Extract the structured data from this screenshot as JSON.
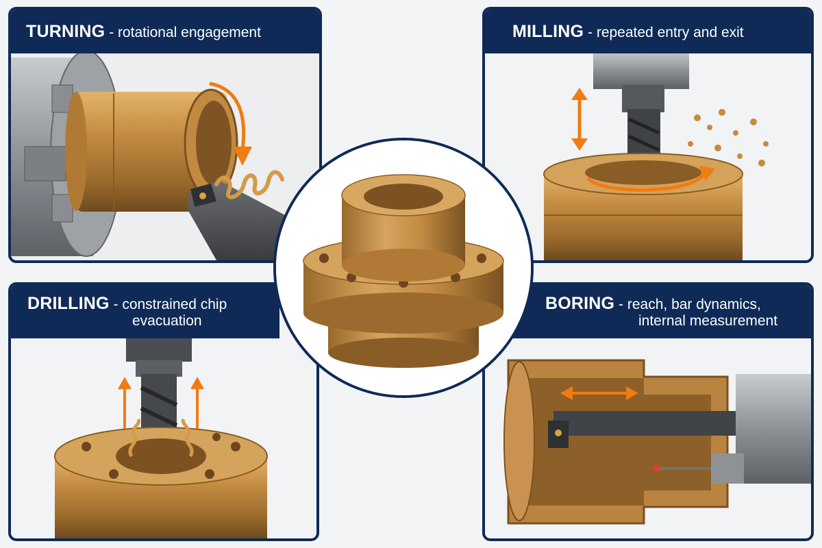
{
  "panels": {
    "turning": {
      "title_main": "TURNING",
      "title_sub": " - rotational engagement"
    },
    "milling": {
      "title_main": "MILLING",
      "title_sub": " - repeated entry and exit"
    },
    "drilling": {
      "title_main": "DRILLING",
      "title_sub": " - constrained chip",
      "title_sub2": "evacuation"
    },
    "boring": {
      "title_main": "BORING",
      "title_sub": " - reach, bar dynamics,",
      "title_sub2": "internal measurement"
    }
  },
  "colors": {
    "frame_navy": "#0f2a57",
    "bronze": "#b8843a",
    "arrow_orange": "#f07c12",
    "steel": "#6f7378"
  }
}
